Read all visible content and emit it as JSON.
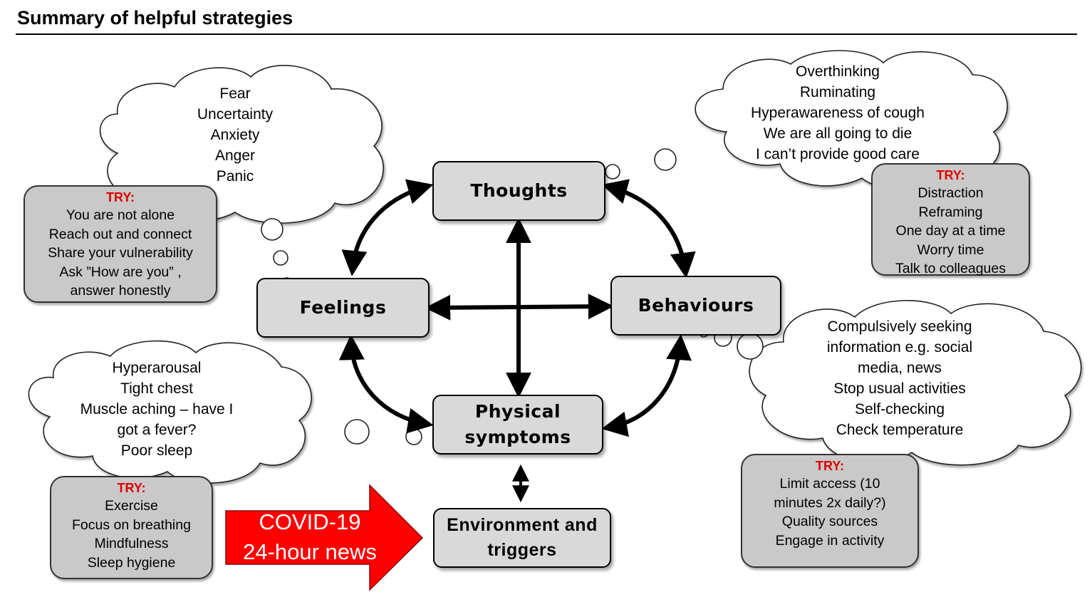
{
  "title": "Summary of helpful strategies",
  "nodes": {
    "thoughts": "Thoughts",
    "feelings": "Feelings",
    "behaviours": "Behaviours",
    "physical": [
      "Physical",
      "symptoms"
    ],
    "environment": [
      "Environment and",
      "triggers"
    ]
  },
  "clouds": {
    "feelings": [
      "Fear",
      "Uncertainty",
      "Anxiety",
      "Anger",
      "Panic"
    ],
    "thoughts": [
      "Overthinking",
      "Ruminating",
      "Hyperawareness of cough",
      "We are all going to die",
      "I can’t provide good care"
    ],
    "physical": [
      "Hyperarousal",
      "Tight chest",
      "Muscle aching – have I",
      "got a fever?",
      "Poor sleep"
    ],
    "behaviours": [
      "Compulsively seeking",
      "information e.g. social",
      "media, news",
      "Stop usual activities",
      "Self-checking",
      "Check temperature"
    ]
  },
  "try_boxes": {
    "feelings": {
      "header": "TRY:",
      "items": [
        "You are not alone",
        "Reach out and connect",
        "Share your vulnerability",
        "Ask ”How are you” ,",
        "answer honestly"
      ]
    },
    "thoughts": {
      "header": "TRY:",
      "items": [
        "Distraction",
        "Reframing",
        "One day at a time",
        "Worry time",
        "Talk to colleagues"
      ]
    },
    "physical": {
      "header": "TRY:",
      "items": [
        "Exercise",
        "Focus on breathing",
        "Mindfulness",
        "Sleep hygiene"
      ]
    },
    "behaviours": {
      "header": "TRY:",
      "items": [
        "Limit access (10",
        "minutes 2x daily?)",
        "Quality sources",
        "Engage in activity"
      ]
    }
  },
  "covid_arrow": [
    "COVID-19",
    "24-hour news"
  ],
  "colors": {
    "try_header": "#e00000",
    "try_box_fill": "#c9c9c9",
    "node_fill": "#d9d9d9",
    "covid_arrow": "#ff0000"
  }
}
